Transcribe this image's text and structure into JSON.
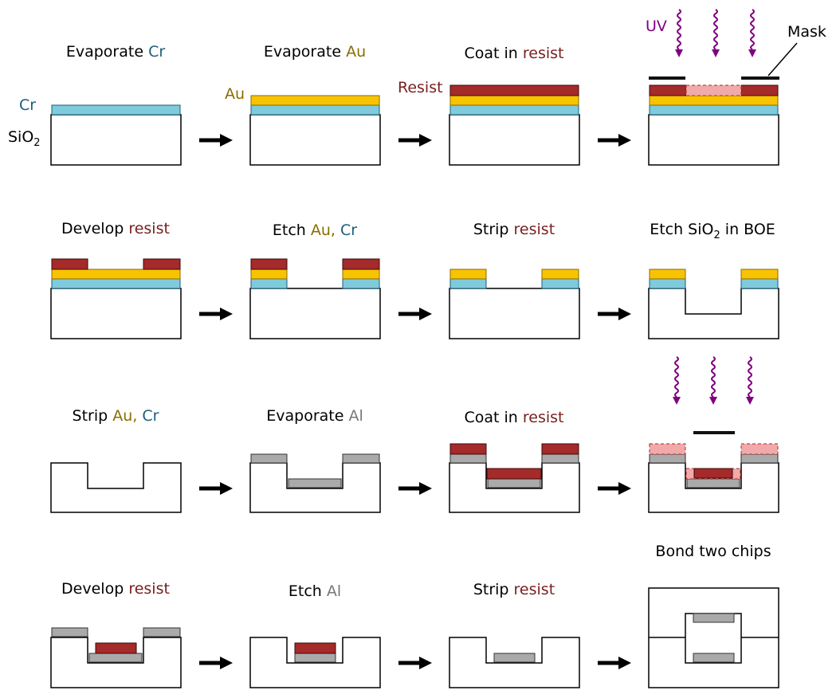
{
  "colors": {
    "cr": "#7fcadb",
    "au": "#f8c300",
    "resist": "#a52a2a",
    "exposed_resist": "#f2a9a9",
    "al": "#aaaaaa",
    "uv": "#800080",
    "mask": "#000000",
    "substrate": "#ffffff",
    "cr_text": "#1b5e7a",
    "au_text": "#8a6d00",
    "resist_text": "#7a2020",
    "al_text": "#777777",
    "black": "#000000"
  },
  "labels": {
    "cr": "Cr",
    "sio2_main": "SiO",
    "sio2_sub": "2",
    "au": "Au",
    "resist": "Resist",
    "uv": "UV",
    "mask": "Mask"
  },
  "steps": [
    {
      "title": [
        {
          "text": "Evaporate ",
          "color": "black"
        },
        {
          "text": "Cr",
          "color": "cr_text"
        }
      ]
    },
    {
      "title": [
        {
          "text": "Evaporate ",
          "color": "black"
        },
        {
          "text": "Au",
          "color": "au_text"
        }
      ]
    },
    {
      "title": [
        {
          "text": "Coat in ",
          "color": "black"
        },
        {
          "text": "resist",
          "color": "resist_text"
        }
      ]
    },
    {
      "title": []
    },
    {
      "title": [
        {
          "text": "Develop ",
          "color": "black"
        },
        {
          "text": "resist",
          "color": "resist_text"
        }
      ]
    },
    {
      "title": [
        {
          "text": "Etch ",
          "color": "black"
        },
        {
          "text": "Au, ",
          "color": "au_text"
        },
        {
          "text": "Cr",
          "color": "cr_text"
        }
      ]
    },
    {
      "title": [
        {
          "text": "Strip ",
          "color": "black"
        },
        {
          "text": "resist",
          "color": "resist_text"
        }
      ]
    },
    {
      "title": [
        {
          "text": "Etch SiO",
          "color": "black"
        },
        {
          "text": "2",
          "color": "black",
          "sub": true
        },
        {
          "text": " in BOE",
          "color": "black"
        }
      ]
    },
    {
      "title": [
        {
          "text": "Strip ",
          "color": "black"
        },
        {
          "text": "Au, ",
          "color": "au_text"
        },
        {
          "text": "Cr",
          "color": "cr_text"
        }
      ]
    },
    {
      "title": [
        {
          "text": "Evaporate ",
          "color": "black"
        },
        {
          "text": "Al",
          "color": "al_text"
        }
      ]
    },
    {
      "title": [
        {
          "text": "Coat in ",
          "color": "black"
        },
        {
          "text": "resist",
          "color": "resist_text"
        }
      ]
    },
    {
      "title": []
    },
    {
      "title": [
        {
          "text": "Develop ",
          "color": "black"
        },
        {
          "text": "resist",
          "color": "resist_text"
        }
      ]
    },
    {
      "title": [
        {
          "text": "Etch ",
          "color": "black"
        },
        {
          "text": "Al",
          "color": "al_text"
        }
      ]
    },
    {
      "title": [
        {
          "text": "Strip ",
          "color": "black"
        },
        {
          "text": "resist",
          "color": "resist_text"
        }
      ]
    },
    {
      "title": [
        {
          "text": "Bond two chips",
          "color": "black"
        }
      ]
    }
  ]
}
